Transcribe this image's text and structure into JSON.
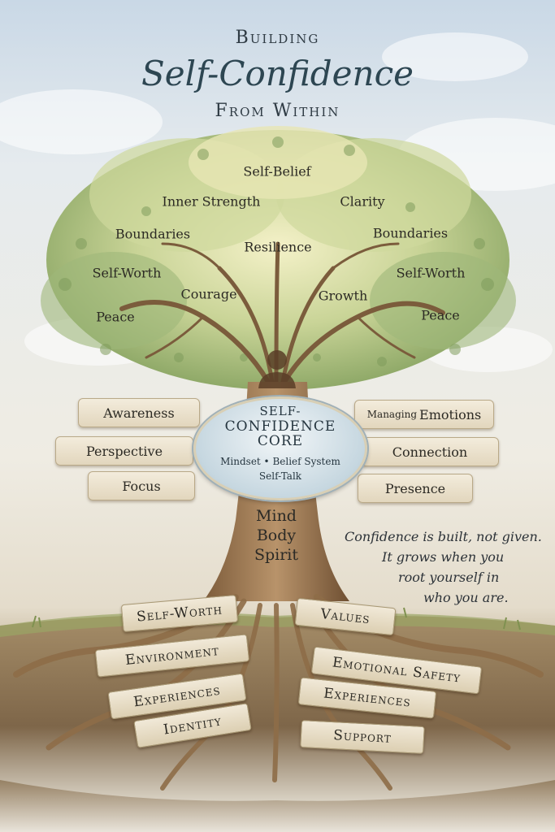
{
  "title": {
    "line1": "Building",
    "line2": "Self-Confidence",
    "line3": "From Within"
  },
  "canopy": [
    "Self-Belief",
    "Inner Strength",
    "Clarity",
    "Boundaries",
    "Resilience",
    "Boundaries",
    "Self-Worth",
    "Self-Worth",
    "Courage",
    "Growth",
    "Peace",
    "Peace"
  ],
  "ribbons_left": [
    "Awareness",
    "Perspective",
    "Focus"
  ],
  "ribbons_right": {
    "managing_small": "Managing",
    "managing_big": "Emotions",
    "connection": "Connection",
    "presence": "Presence"
  },
  "core": {
    "line1": "SELF-",
    "line2": "CONFIDENCE",
    "line3": "CORE",
    "line4": "Mindset • Belief System",
    "line5": "Self-Talk"
  },
  "trunk": [
    "Mind",
    "Body",
    "Spirit"
  ],
  "quote": [
    "Confidence is built, not given.",
    "It grows when you",
    "root yourself in",
    "who you are."
  ],
  "roots_left": [
    "Self-Worth",
    "Environment",
    "Experiences",
    "Identity"
  ],
  "roots_right": [
    "Values",
    "Emotional Safety",
    "Experiences",
    "Support"
  ],
  "colors": {
    "sky": "#c9d8e6",
    "leaf": "#a9bf76",
    "bark": "#8a6a45",
    "soil": "#8c7556",
    "parchment": "#f1e9d8",
    "core_blue": "#c6d7e0",
    "title_teal": "#2d4652"
  }
}
